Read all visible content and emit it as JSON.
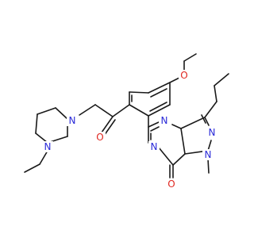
{
  "atoms": {
    "o_ether": {
      "text": "O",
      "color": "#e0261f"
    },
    "n_pip_top": {
      "text": "N",
      "color": "#2a2ad8"
    },
    "n_pip_bottom": {
      "text": "N",
      "color": "#2a2ad8"
    },
    "o_ketone": {
      "text": "O",
      "color": "#e0261f"
    },
    "n_ring_upper": {
      "text": "N",
      "color": "#2a2ad8"
    },
    "n_ring_lower": {
      "text": "N",
      "color": "#2a2ad8"
    },
    "n_pyrazole": {
      "text": "N",
      "color": "#2a2ad8"
    },
    "n_methyl": {
      "text": "N",
      "color": "#2a2ad8"
    },
    "o_carbonyl": {
      "text": "O",
      "color": "#e0261f"
    }
  }
}
